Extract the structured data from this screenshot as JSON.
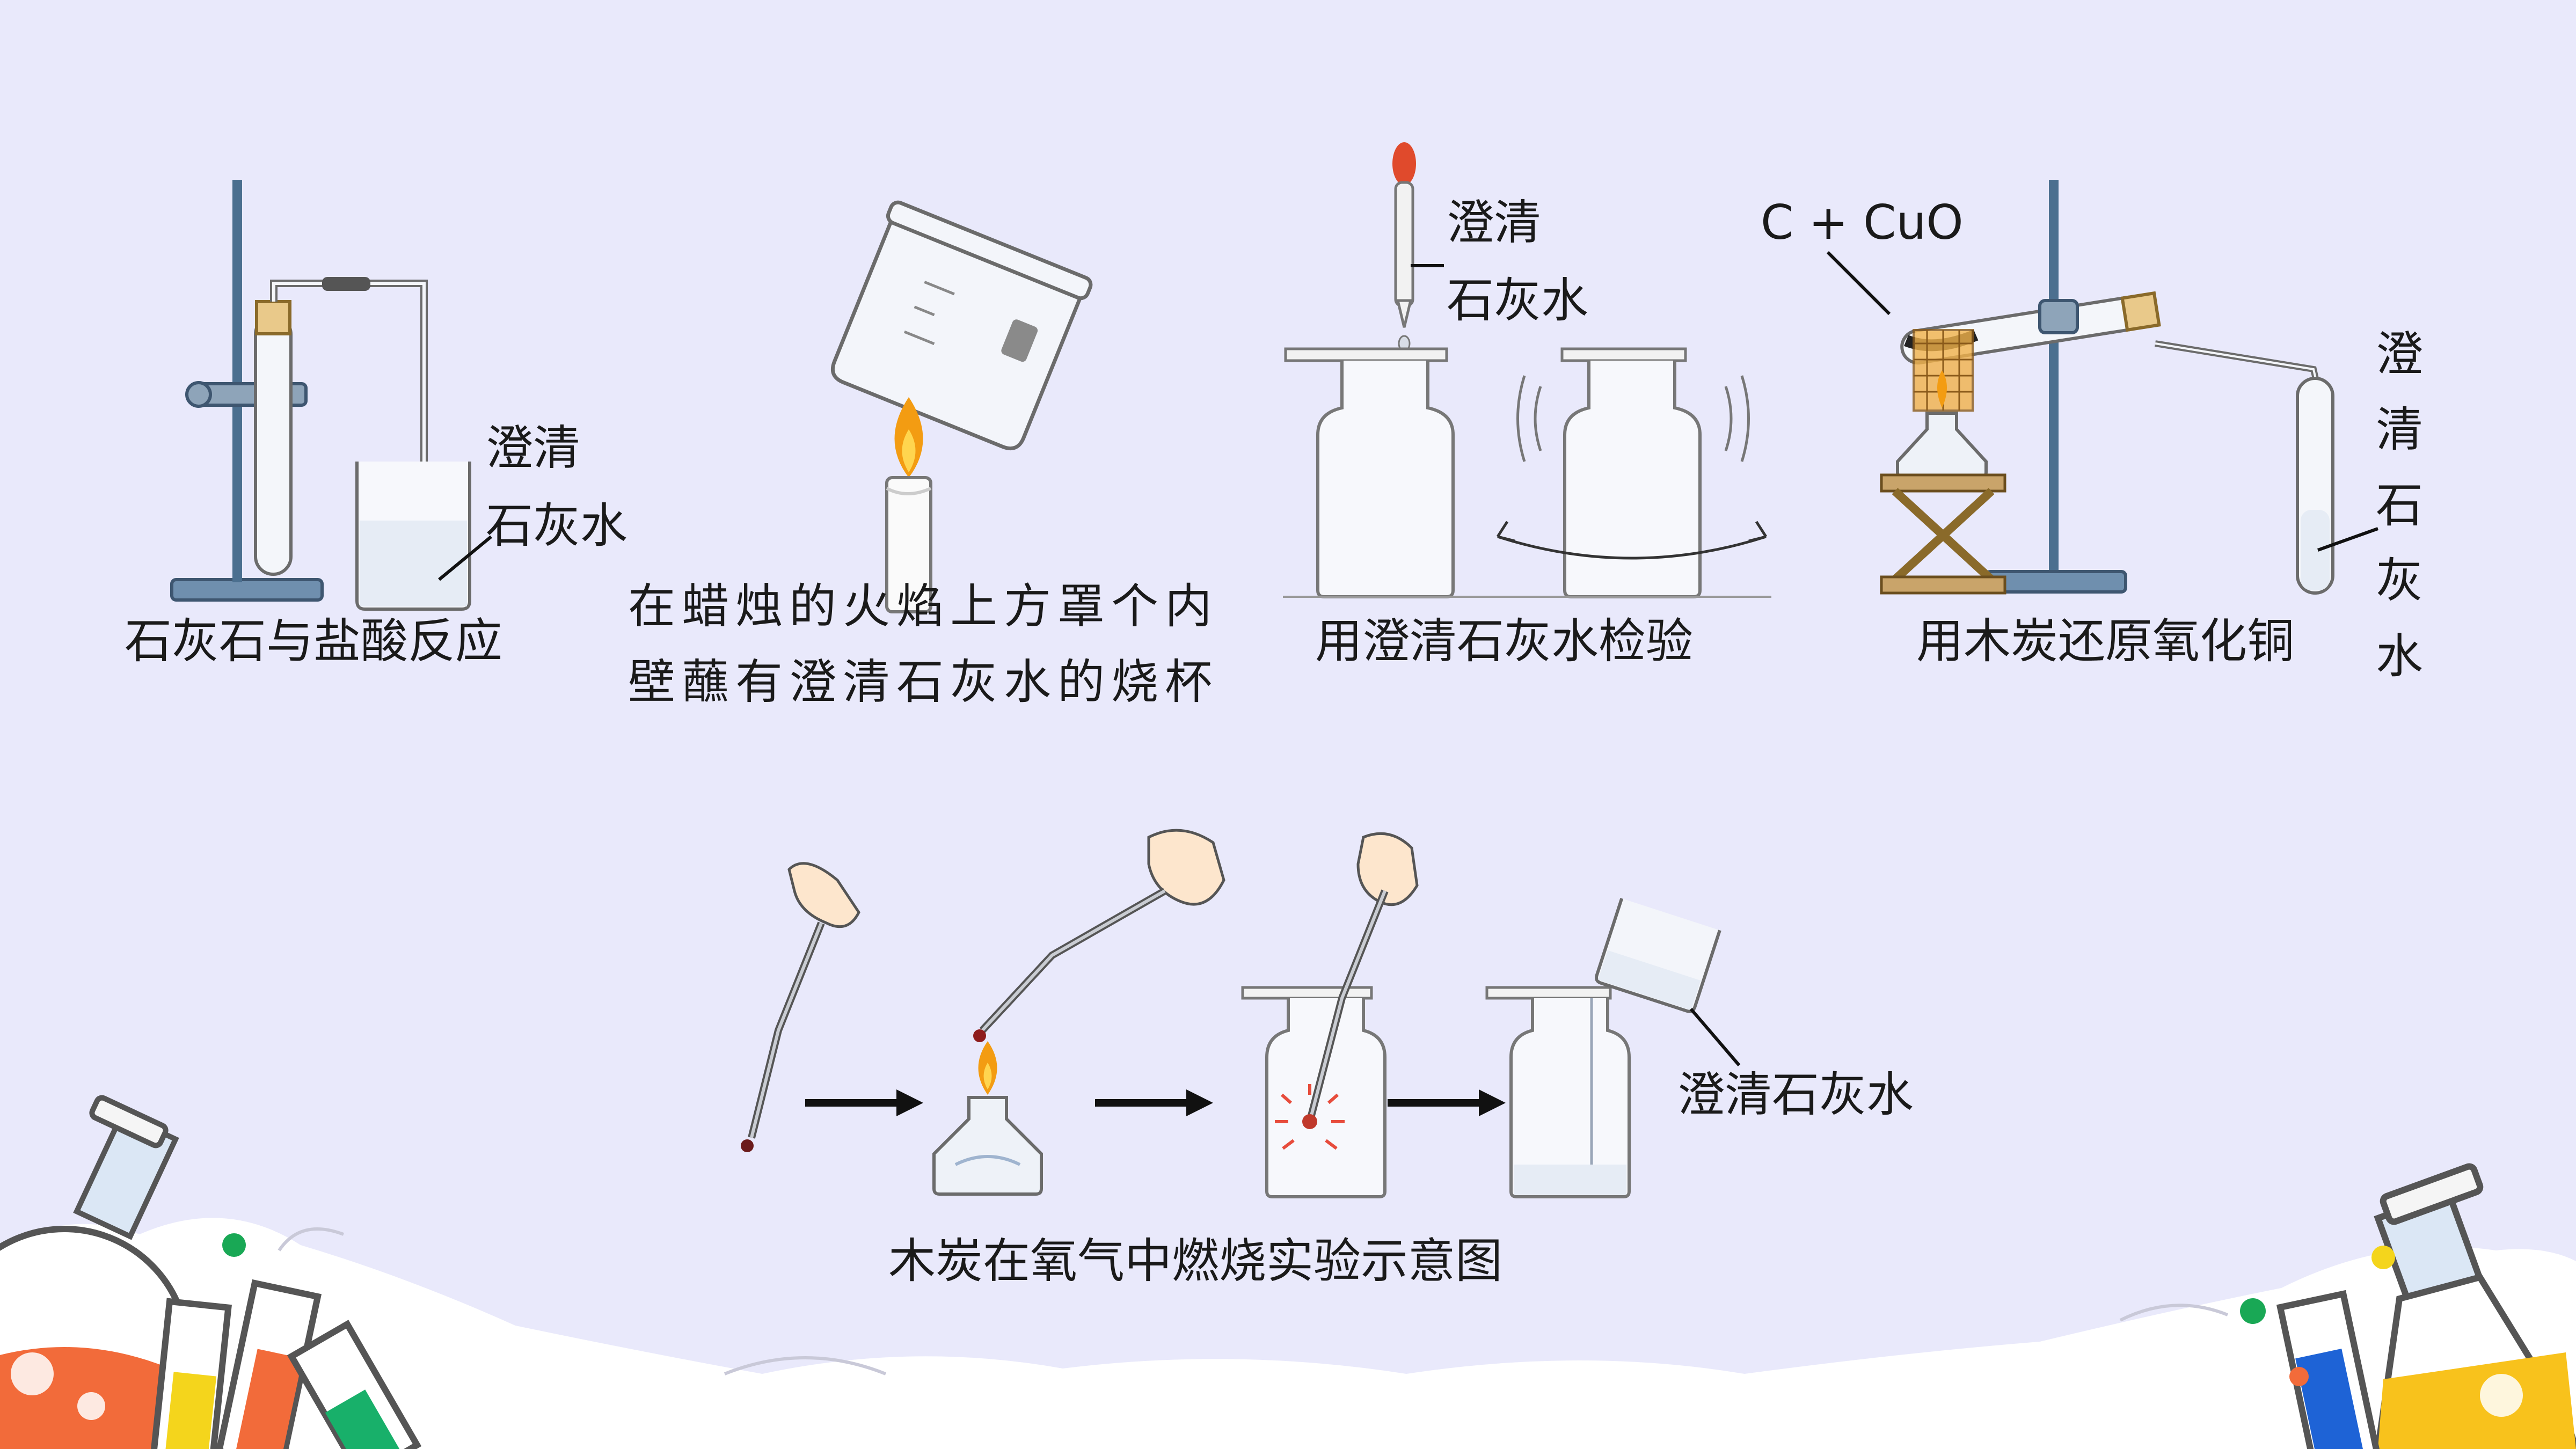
{
  "labels": {
    "exp1_caption": "石灰石与盐酸反应",
    "exp1_limewater_line1": "澄清",
    "exp1_limewater_line2": "石灰水",
    "exp2_caption": "在蜡烛的火焰上方罩个内壁蘸有澄清石灰水的烧杯",
    "exp3_caption": "用澄清石灰水检验",
    "exp3_limewater_line1": "澄清",
    "exp3_limewater_line2": "石灰水",
    "exp4_caption": "用木炭还原氧化铜",
    "exp4_reactants": "C + CuO",
    "exp4_limewater_vertical": "澄清石灰水",
    "exp5_limewater": "澄清石灰水",
    "exp5_caption": "木炭在氧气中燃烧实验示意图"
  },
  "colors": {
    "background": "#e9e9fb",
    "glass_stroke": "#6b6b6b",
    "stand": "#4b6f8f",
    "flame_outer": "#f39c12",
    "flame_inner": "#ffd54f",
    "arrow": "#111111"
  }
}
